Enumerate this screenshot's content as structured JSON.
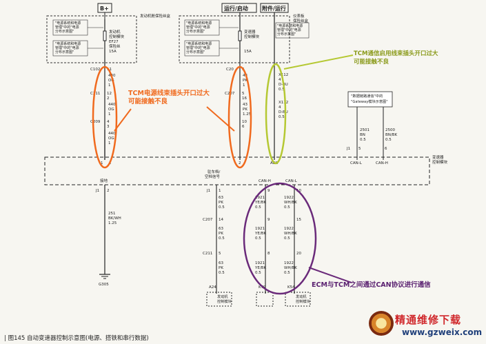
{
  "figure": {
    "caption_marker": "|",
    "caption": "图145  自动变速器控制示意图(电源、搭铁和串行数据)"
  },
  "top_left": {
    "bplus": "B+",
    "fuse_block": "发动机舱保险丝盒",
    "note1": [
      "\"电源系统和电源",
      "管理\"中的\"电源",
      "分布示意图\""
    ],
    "note2": [
      "\"电源系统和电源",
      "管理\"中的\"电源",
      "分布示意图\""
    ],
    "relay": [
      "发动机",
      "控制模块",
      "EF27"
    ],
    "fuse": [
      "保险丝",
      "15A"
    ]
  },
  "top_mid": {
    "run_crank": "运行/启动",
    "acc_run": "附件/运行",
    "fuse_block": [
      "仪表板",
      "保险丝盒"
    ],
    "note1": [
      "\"电源系统和电源",
      "管理\"中的\"电源",
      "分布示意图\""
    ],
    "note2": [
      "\"电源系统和电源",
      "管理\"中的\"电源",
      "分布示意图\""
    ],
    "fuse_name": [
      "变速器",
      "控制模块"
    ],
    "fuse_val": "15A"
  },
  "gateway": [
    "\"数据链路通信\"中的",
    "\"Gateway模块示意图\""
  ],
  "wires": {
    "left_col": {
      "conns": [
        "C102",
        "C211",
        "C209"
      ],
      "pins": [
        "11",
        "12",
        "2",
        "4",
        "3"
      ],
      "circuits": [
        {
          "num": "440",
          "color": "OG",
          "size": "1"
        },
        {
          "num": "440",
          "color": "OG",
          "size": "1"
        },
        {
          "num": "440",
          "color": "OG",
          "size": "1"
        }
      ],
      "tcm_pins": [
        "1",
        "2"
      ]
    },
    "mid_col": {
      "conns": [
        "C20",
        "C207"
      ],
      "pins": [
        "6",
        "5",
        "16",
        "10",
        "6"
      ],
      "circuits": [
        {
          "num": "43",
          "color": "PK",
          "size": "1"
        },
        {
          "num": "43",
          "color": "PK",
          "size": "1.25"
        }
      ],
      "tcm_pin": "2"
    },
    "acc_col": {
      "conns": [
        "X112",
        "X112"
      ],
      "circuits": [
        {
          "num": "4",
          "color": "D-BU",
          "size": "0.5"
        },
        {
          "num": "4",
          "color": "D-BU",
          "size": "0.5"
        }
      ],
      "tcm_label": "ACC"
    },
    "can_top": {
      "left": {
        "num": "2501",
        "color": "BN",
        "size": "0.5"
      },
      "right": {
        "num": "2500",
        "color": "BN/BK",
        "size": "0.5"
      },
      "conn": "J1",
      "pins": [
        "5",
        "6"
      ],
      "tcm_labels": [
        "CAN-L",
        "CAN-H"
      ]
    }
  },
  "tcm_label": [
    "变速器",
    "控制模块"
  ],
  "ground": {
    "label": "接地",
    "conn": "J1",
    "pin": "2",
    "circuit": {
      "num": "251",
      "color": "BK/WH",
      "size": "1.25"
    },
    "ground_id": "G305"
  },
  "bottom": {
    "header": [
      "驻车档/",
      "空档信号"
    ],
    "can_h": "CAN-H",
    "can_l": "CAN-L",
    "conn_j1": "J1",
    "pins_top": [
      "1",
      "9",
      "10"
    ],
    "c207": "C207",
    "c211": "C211",
    "pins_c207": [
      "14",
      "9",
      "15"
    ],
    "pins_c211": [
      "5",
      "8",
      "20"
    ],
    "circuits": [
      {
        "num": "63",
        "color": "PK",
        "size": "0.5"
      },
      {
        "num": "1921",
        "color": "YE/BK",
        "size": "0.5"
      },
      {
        "num": "1922",
        "color": "WH/BK",
        "size": "0.5"
      },
      {
        "num": "63",
        "color": "PK",
        "size": "0.5"
      },
      {
        "num": "1921",
        "color": "YE/BK",
        "size": "0.5"
      },
      {
        "num": "1922",
        "color": "WH/BK",
        "size": "0.5"
      },
      {
        "num": "63",
        "color": "PK",
        "size": "0.5"
      },
      {
        "num": "1921",
        "color": "YE/BK",
        "size": "0.5"
      },
      {
        "num": "1922",
        "color": "WH/BK",
        "size": "0.5"
      }
    ],
    "ecm_pins": [
      "A24",
      "K79",
      "K54"
    ],
    "ecm_label": [
      "发动机",
      "控制模块"
    ]
  },
  "annotations": {
    "tcm_power": [
      "TCM电源线束插头开口过大",
      "可能接触不良"
    ],
    "tcm_comm": [
      "TCM通信启用线束插头开口过大",
      "可能接触不良"
    ],
    "can": "ECM与TCM之间通过CAN协议进行通信",
    "orange": "#f06a1e",
    "green": "#b5c832",
    "purple": "#6a2a7a"
  },
  "watermark": {
    "title": "精通维修下载",
    "url": "www.gzweix.com"
  }
}
